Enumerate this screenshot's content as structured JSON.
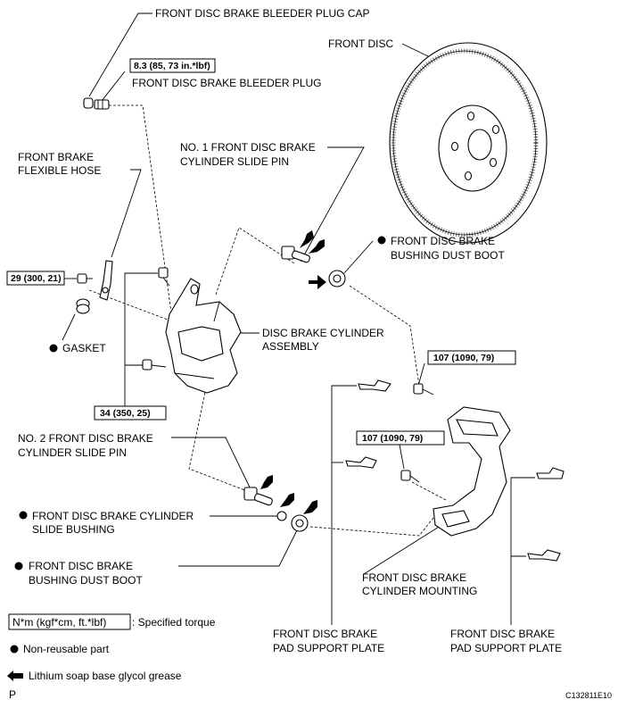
{
  "labels": {
    "bleeder_cap": "FRONT DISC BRAKE BLEEDER PLUG CAP",
    "bleeder_plug_torque": "8.3 (85, 73 in.*lbf)",
    "bleeder_plug": "FRONT DISC BRAKE BLEEDER PLUG",
    "front_disc": "FRONT DISC",
    "hose_line1": "FRONT BRAKE",
    "hose_line2": "FLEXIBLE HOSE",
    "slide_pin1_line1": "NO. 1 FRONT DISC BRAKE",
    "slide_pin1_line2": "CYLINDER SLIDE PIN",
    "dust_boot_top_line1": "FRONT DISC BRAKE",
    "dust_boot_top_line2": "BUSHING DUST BOOT",
    "hose_torque": "29 (300, 21)",
    "gasket": "GASKET",
    "cylinder_assembly_line1": "DISC BRAKE CYLINDER",
    "cylinder_assembly_line2": "ASSEMBLY",
    "mounting_torque_top": "107 (1090, 79)",
    "cylinder_torque": "34 (350, 25)",
    "mounting_torque_mid": "107 (1090, 79)",
    "slide_pin2_line1": "NO. 2 FRONT DISC BRAKE",
    "slide_pin2_line2": "CYLINDER SLIDE PIN",
    "slide_bushing_line1": "FRONT DISC BRAKE CYLINDER",
    "slide_bushing_line2": "SLIDE BUSHING",
    "dust_boot_bottom_line1": "FRONT DISC BRAKE",
    "dust_boot_bottom_line2": "BUSHING DUST BOOT",
    "mounting_line1": "FRONT DISC BRAKE",
    "mounting_line2": "CYLINDER MOUNTING",
    "pad_plate_left_line1": "FRONT DISC BRAKE",
    "pad_plate_left_line2": "PAD SUPPORT PLATE",
    "pad_plate_right_line1": "FRONT DISC BRAKE",
    "pad_plate_right_line2": "PAD SUPPORT PLATE"
  },
  "legend": {
    "torque_unit": "N*m (kgf*cm, ft.*lbf)",
    "torque_text": ": Specified torque",
    "non_reusable": "Non-reusable part",
    "grease": "Lithium soap base glycol grease"
  },
  "footer": {
    "page_letter": "P",
    "figure_code": "C132811E10"
  }
}
